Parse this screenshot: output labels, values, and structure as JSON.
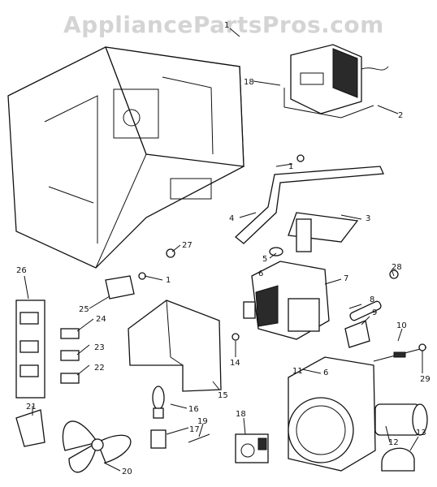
{
  "watermark": "AppliancePartsPros.com",
  "callouts": [
    "1",
    "2",
    "3",
    "4",
    "5",
    "6",
    "7",
    "8",
    "9",
    "10",
    "11",
    "12",
    "13",
    "14",
    "15",
    "16",
    "17",
    "18",
    "19",
    "20",
    "21",
    "22",
    "23",
    "24",
    "25",
    "26",
    "27",
    "28",
    "29"
  ],
  "extra_labels": [
    "1",
    "1",
    "6",
    "18"
  ]
}
